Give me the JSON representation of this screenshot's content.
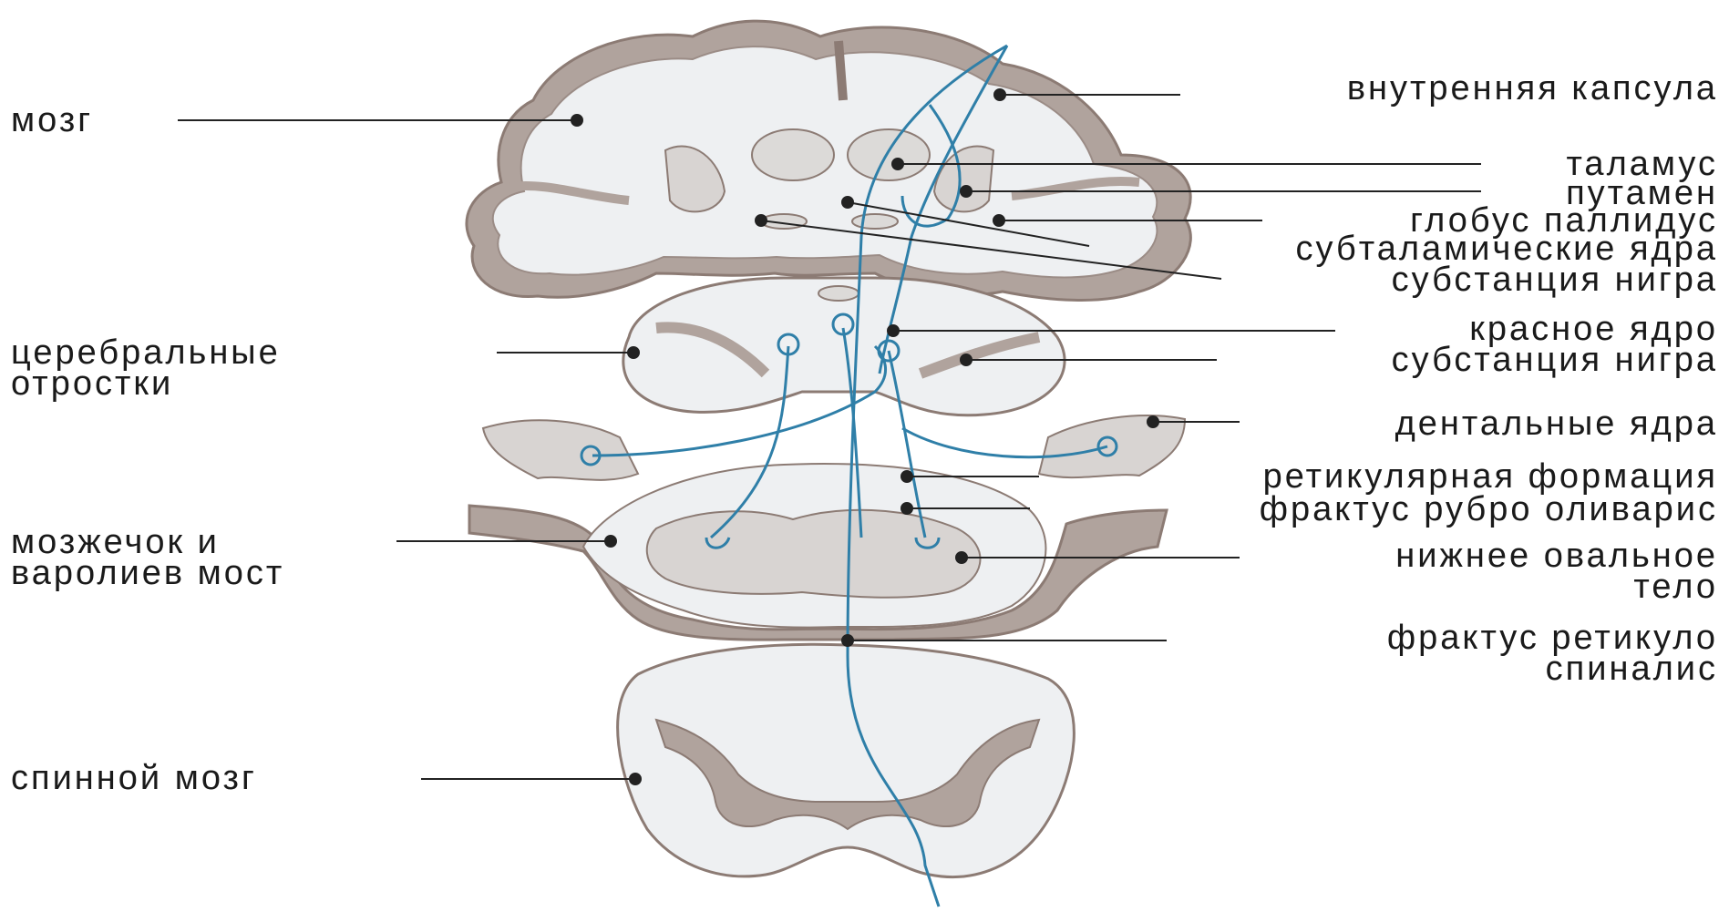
{
  "labels": {
    "left": [
      {
        "id": "brain",
        "lines": [
          "мозг"
        ]
      },
      {
        "id": "cerebral-peduncles",
        "lines": [
          "церебральные",
          "отростки"
        ]
      },
      {
        "id": "cerebellum-pons",
        "lines": [
          "мозжечок и",
          "варолиев мост"
        ]
      },
      {
        "id": "spinal-cord",
        "lines": [
          "спинной мозг"
        ]
      }
    ],
    "right": [
      {
        "id": "internal-capsule",
        "lines": [
          "внутренняя капсула"
        ]
      },
      {
        "id": "thalamus",
        "lines": [
          "таламус"
        ]
      },
      {
        "id": "putamen",
        "lines": [
          "путамен"
        ]
      },
      {
        "id": "globus-pallidus",
        "lines": [
          "глобус паллидус"
        ]
      },
      {
        "id": "subthalamic-nuclei",
        "lines": [
          "субталамические ядра"
        ]
      },
      {
        "id": "substantia-nigra-1",
        "lines": [
          "субстанция нигра"
        ]
      },
      {
        "id": "red-nucleus",
        "lines": [
          "красное ядро"
        ]
      },
      {
        "id": "substantia-nigra-2",
        "lines": [
          "субстанция нигра"
        ]
      },
      {
        "id": "dentate-nuclei",
        "lines": [
          "дентальные ядра"
        ]
      },
      {
        "id": "reticular-formation",
        "lines": [
          "ретикулярная формация"
        ]
      },
      {
        "id": "rubro-olivary-tract",
        "lines": [
          "фрактус рубро оливарис"
        ]
      },
      {
        "id": "inferior-olive",
        "lines": [
          "нижнее овальное",
          "тело"
        ]
      },
      {
        "id": "reticulospinal-tract",
        "lines": [
          "фрактус ретикуло",
          "спиналис"
        ]
      }
    ]
  },
  "colors": {
    "tissue_outline": "#8c7b74",
    "gray_matter": "#b0a39d",
    "white_matter": "#eef0f2",
    "pathway": "#2f7fa8",
    "leader": "#222222"
  }
}
